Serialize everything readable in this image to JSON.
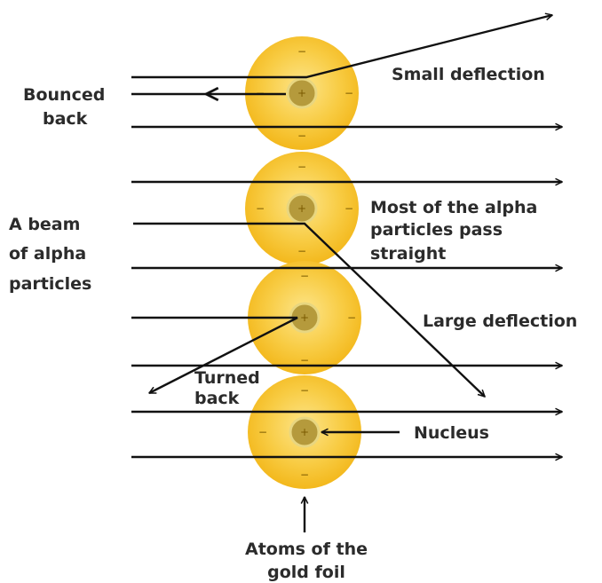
{
  "labels": {
    "small_deflection": "Small deflection",
    "bounced_back_line1": "Bounced",
    "bounced_back_line2": "back",
    "beam_line1": "A beam",
    "beam_line2": "of alpha",
    "beam_line3": "particles",
    "most_pass_line1": "Most of the alpha",
    "most_pass_line2": "particles pass",
    "most_pass_line3": "straight",
    "large_deflection": "Large deflection",
    "turned_back_line1": "Turned",
    "turned_back_line2": "back",
    "nucleus": "Nucleus",
    "atoms_line1": "Atoms of the",
    "atoms_line2": "gold foil"
  },
  "signs": {
    "nucleus_sign": "+",
    "electron_sign": "−"
  },
  "colors": {
    "atom_outer": "#f3b81c",
    "atom_inner": "#fde58a",
    "nucleus_fill": "#b59a3c",
    "nucleus_ring": "#e8d680",
    "arrow": "#111111"
  }
}
